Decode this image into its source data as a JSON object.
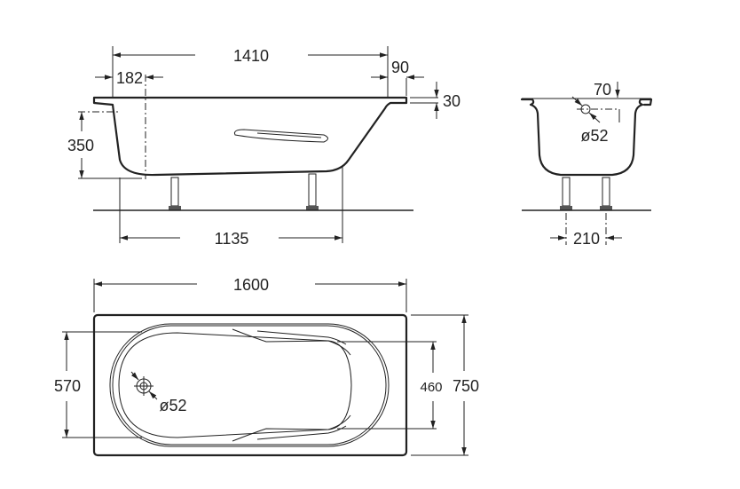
{
  "side_view": {
    "overall_length_top": "1410",
    "drain_offset": "182",
    "rim_width": "90",
    "rim_thickness": "30",
    "depth": "350",
    "leg_spacing": "1135"
  },
  "end_view": {
    "overflow_offset": "70",
    "overflow_diameter": "ø52",
    "leg_spacing": "210"
  },
  "top_view": {
    "length": "1600",
    "inner_width": "570",
    "drain_diameter": "ø52",
    "narrow_width": "460",
    "width": "750"
  },
  "colors": {
    "line": "#222222",
    "background": "#ffffff"
  }
}
